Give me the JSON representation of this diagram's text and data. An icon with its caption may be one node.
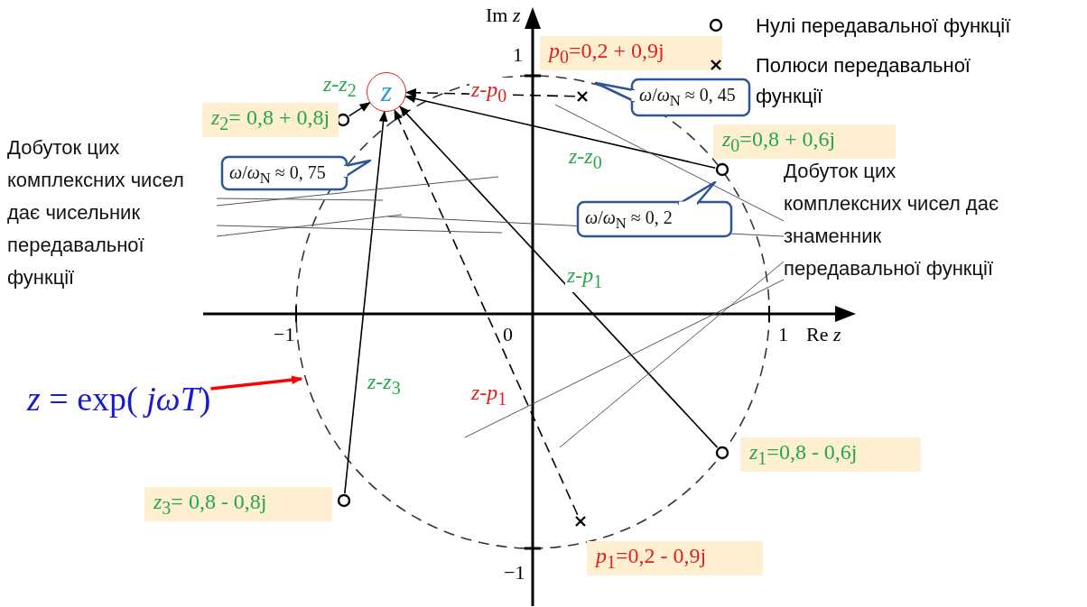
{
  "diagram": {
    "nodes": [
      {
        "text": [
          "z"
        ]
      },
      {
        "text": [],
        "shape": "circle",
        "beside": [
          "*z*$_{2}$= 0,8 + 0,8j"
        ]
      },
      {
        "text": [],
        "shape": "cross",
        "beside": [
          "*p*$_{0}$=0,2 + 0,9j"
        ]
      },
      {
        "text": [],
        "shape": "circle",
        "beside": [
          "*z*$_{0}$=0,8 + 0,6j"
        ]
      },
      {
        "text": [],
        "shape": "circle",
        "beside": [
          "*z*$_{1}$=0,8 - 0,6j"
        ]
      },
      {
        "text": [],
        "shape": "circle",
        "beside": [
          "*z*$_{3}$= 0,8 - 0,8j"
        ]
      },
      {
        "text": [],
        "shape": "cross",
        "beside": [
          "*p*$_{1}$=0,2 - 0,9j"
        ]
      },
      {
        "text": [
          "Добуток цих комплексних чисел дає чисельник передавальної функції"
        ]
      },
      {
        "text": [
          "Добуток цих комплексних чисел дає знаменник передавальної функції"
        ]
      },
      {
        "text": [
          "*z* = exp( *jωT*)"
        ]
      },
      {
        "text": [
          "*ω*/*ω*$_{N}$ ≈ 0, 45"
        ]
      },
      {
        "text": [
          "*ω*/*ω*$_{N}$ ≈ 0, 75"
        ]
      },
      {
        "text": [
          "*ω*/*ω*$_{N}$ ≈ 0, 2"
        ]
      }
    ],
    "edges": [
      {
        "from": 1,
        "to": 0,
        "arrow": "to",
        "label": "*z*-*z*$_{2}$"
      },
      {
        "from": 2,
        "to": 0,
        "arrow": "to",
        "style": "dashed",
        "label": "*z*-*p*$_{0}$"
      },
      {
        "from": 3,
        "to": 0,
        "arrow": "to",
        "label": "*z*-*z*$_{0}$"
      },
      {
        "from": 4,
        "to": 0,
        "arrow": "to",
        "label": "*z*-*p*$_{1}$"
      },
      {
        "from": 5,
        "to": 0,
        "arrow": "to",
        "label": "*z*-*z*$_{3}$"
      },
      {
        "from": 6,
        "to": 0,
        "arrow": "to",
        "style": "dashed",
        "label": "*z*-*p*$_{1}$"
      },
      {
        "from": 7,
        "to": null,
        "arrow": "none"
      },
      {
        "from": 7,
        "to": null,
        "arrow": "none"
      },
      {
        "from": 7,
        "to": null,
        "arrow": "none"
      },
      {
        "from": 7,
        "to": null,
        "arrow": "none"
      },
      {
        "from": 8,
        "to": null,
        "arrow": "none"
      },
      {
        "from": 8,
        "to": null,
        "arrow": "none"
      },
      {
        "from": 8,
        "to": null,
        "arrow": "none"
      },
      {
        "from": 8,
        "to": null,
        "arrow": "none"
      },
      {
        "from": 9,
        "to": null,
        "arrow": "to",
        "style": "thick",
        "color": "#ff0000"
      }
    ],
    "labels": [
      "Im *z*",
      "1",
      "−1",
      "0",
      "1",
      "Re *z*",
      "−1"
    ],
    "legend": [
      {
        "text": "Нулі передавальної функції"
      },
      {
        "text": "Полюси передавальної функції"
      }
    ]
  }
}
